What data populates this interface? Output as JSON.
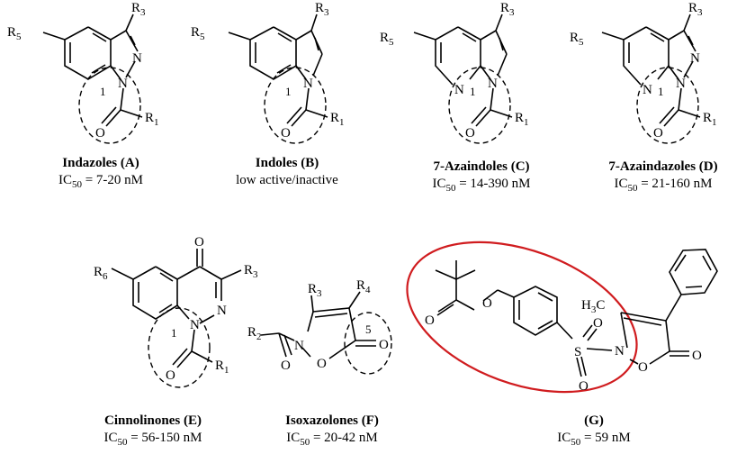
{
  "compounds": [
    {
      "id": "A",
      "name": "Indazoles (A)",
      "activity": {
        "prefix": "IC",
        "sub": "50",
        "value": " = 7-20 nM"
      },
      "atoms": {
        "r5": "R5",
        "r3": "R3",
        "n1": "N",
        "n2": "N",
        "o": "O",
        "r1": "R1",
        "ring_number": "1"
      }
    },
    {
      "id": "B",
      "name": "Indoles (B)",
      "activity_text": "low active/inactive",
      "atoms": {
        "r5": "R5",
        "r3": "R3",
        "n1": "N",
        "o": "O",
        "r1": "R1",
        "ring_number": "1"
      }
    },
    {
      "id": "C",
      "name": "7-Azaindoles (C)",
      "activity": {
        "prefix": "IC",
        "sub": "50",
        "value": " = 14-390 nM"
      },
      "atoms": {
        "r5": "R5",
        "r3": "R3",
        "n7": "N",
        "n1": "N",
        "o": "O",
        "r1": "R1",
        "ring_number": "1"
      }
    },
    {
      "id": "D",
      "name": "7-Azaindazoles (D)",
      "activity": {
        "prefix": "IC",
        "sub": "50",
        "value": " = 21-160 nM"
      },
      "atoms": {
        "r5": "R5",
        "r3": "R3",
        "n7": "N",
        "n1": "N",
        "n2": "N",
        "o": "O",
        "r1": "R1",
        "ring_number": "1"
      }
    },
    {
      "id": "E",
      "name": "Cinnolinones (E)",
      "activity": {
        "prefix": "IC",
        "sub": "50",
        "value": " = 56-150 nM"
      },
      "atoms": {
        "r6": "R6",
        "o4": "O",
        "r3": "R3",
        "n2": "N",
        "n1": "N",
        "o": "O",
        "r1": "R1",
        "ring_number": "1"
      }
    },
    {
      "id": "F",
      "name": "Isoxazolones (F)",
      "activity": {
        "prefix": "IC",
        "sub": "50",
        "value": " = 20-42 nM"
      },
      "atoms": {
        "r3": "R3",
        "r4": "R4",
        "r2": "R2",
        "n": "N",
        "o_ring": "O",
        "o_carbonyl": "O",
        "o_acyl": "O",
        "ring_number": "5"
      }
    },
    {
      "id": "G",
      "name": "(G)",
      "activity": {
        "prefix": "IC",
        "sub": "50",
        "value": " = 59 nM"
      },
      "atoms": {
        "o_ester": "O",
        "o_carbonyl": "O",
        "s": "S",
        "o_s1": "O",
        "o_s2": "O",
        "n": "N",
        "o_ring": "O",
        "o_lactone": "O",
        "methyl": "H3C"
      }
    }
  ],
  "colors": {
    "highlight_ellipse": "#d01c1f",
    "dashed_circle": "#000000",
    "bond": "#000000"
  }
}
